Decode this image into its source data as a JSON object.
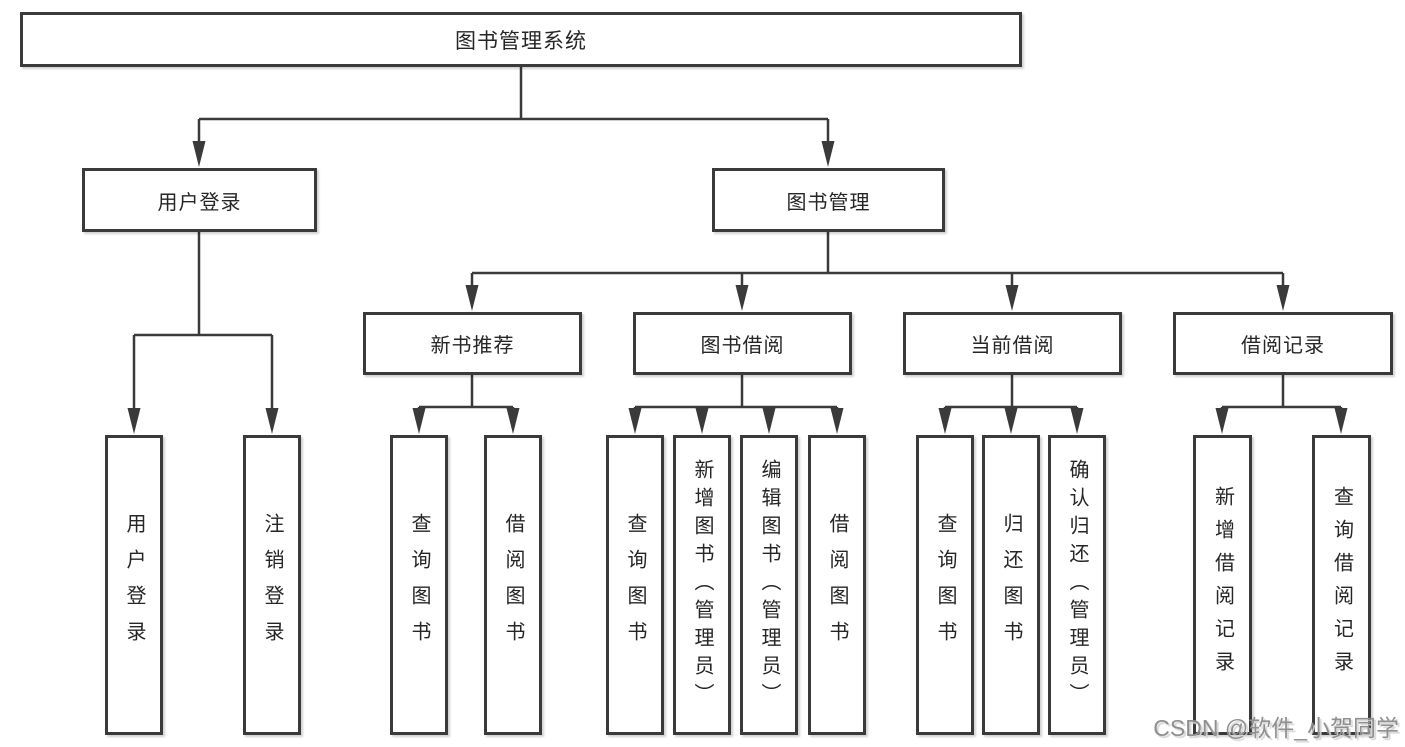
{
  "watermark": "CSDN @软件_小贺同学",
  "colors": {
    "line": "#3a3a3a",
    "text": "#262626",
    "background": "#ffffff",
    "watermark_gray": "#8f8f8f"
  },
  "tree": {
    "root": {
      "label": "图书管理系统"
    },
    "children": [
      {
        "label": "用户登录",
        "children": [
          {
            "label": "用户登录"
          },
          {
            "label": "注销登录"
          }
        ]
      },
      {
        "label": "图书管理",
        "children": [
          {
            "label": "新书推荐",
            "children": [
              {
                "label": "查询图书"
              },
              {
                "label": "借阅图书"
              }
            ]
          },
          {
            "label": "图书借阅",
            "children": [
              {
                "label": "查询图书"
              },
              {
                "label": "新增图书（管理员）"
              },
              {
                "label": "编辑图书（管理员）"
              },
              {
                "label": "借阅图书"
              }
            ]
          },
          {
            "label": "当前借阅",
            "children": [
              {
                "label": "查询图书"
              },
              {
                "label": "归还图书"
              },
              {
                "label": "确认归还（管理员）"
              }
            ]
          },
          {
            "label": "借阅记录",
            "children": [
              {
                "label": "新增借阅记录"
              },
              {
                "label": "查询借阅记录"
              }
            ]
          }
        ]
      }
    ]
  }
}
